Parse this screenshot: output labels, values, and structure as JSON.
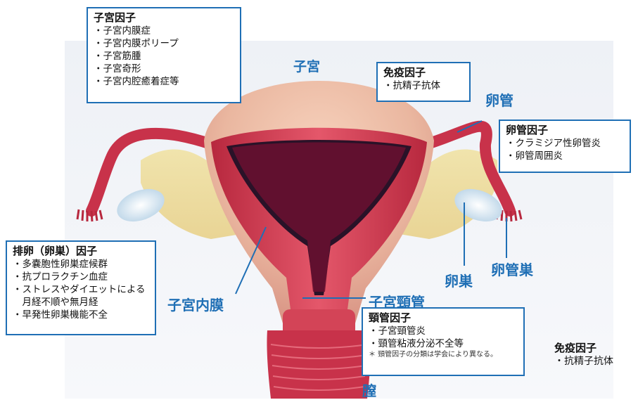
{
  "labels": {
    "uterus": "子宮",
    "fallopian_tube": "卵管",
    "endometrium": "子宮内膜",
    "cervical_canal": "子宮頸管",
    "ovary": "卵巣",
    "fimbria": "卵管巣",
    "vagina": "膣"
  },
  "boxes": {
    "uterine_factor": {
      "title": "子宮因子",
      "items": [
        "・子宮内膜症",
        "・子宮内膜ポリープ",
        "・子宮筋腫",
        "・子宮奇形",
        "・子宮内腔癒着症等"
      ]
    },
    "immune_factor_top": {
      "title": "免疫因子",
      "items": [
        "・抗精子抗体"
      ]
    },
    "tubal_factor": {
      "title": "卵管因子",
      "items": [
        "・クラミジア性卵管炎",
        "・卵管周囲炎"
      ]
    },
    "ovulation_factor": {
      "title": "排卵（卵巣）因子",
      "items": [
        "・多嚢胞性卵巣症候群",
        "・抗プロラクチン血症",
        "・ストレスやダイエットによる",
        "　月経不順や無月経",
        "・早発性卵巣機能不全"
      ]
    },
    "cervical_factor": {
      "title": "頸管因子",
      "items": [
        "・子宮頸管炎",
        "・頸管粘液分泌不全等"
      ],
      "note": "＊ 頸管因子の分類は学会により異なる。"
    },
    "immune_factor_bottom": {
      "title": "免疫因子",
      "items": [
        "・抗精子抗体"
      ]
    }
  },
  "colors": {
    "accent_blue": "#1f6fb5",
    "tissue_red": "#c8324a",
    "tissue_pale": "#f2b8a8"
  }
}
